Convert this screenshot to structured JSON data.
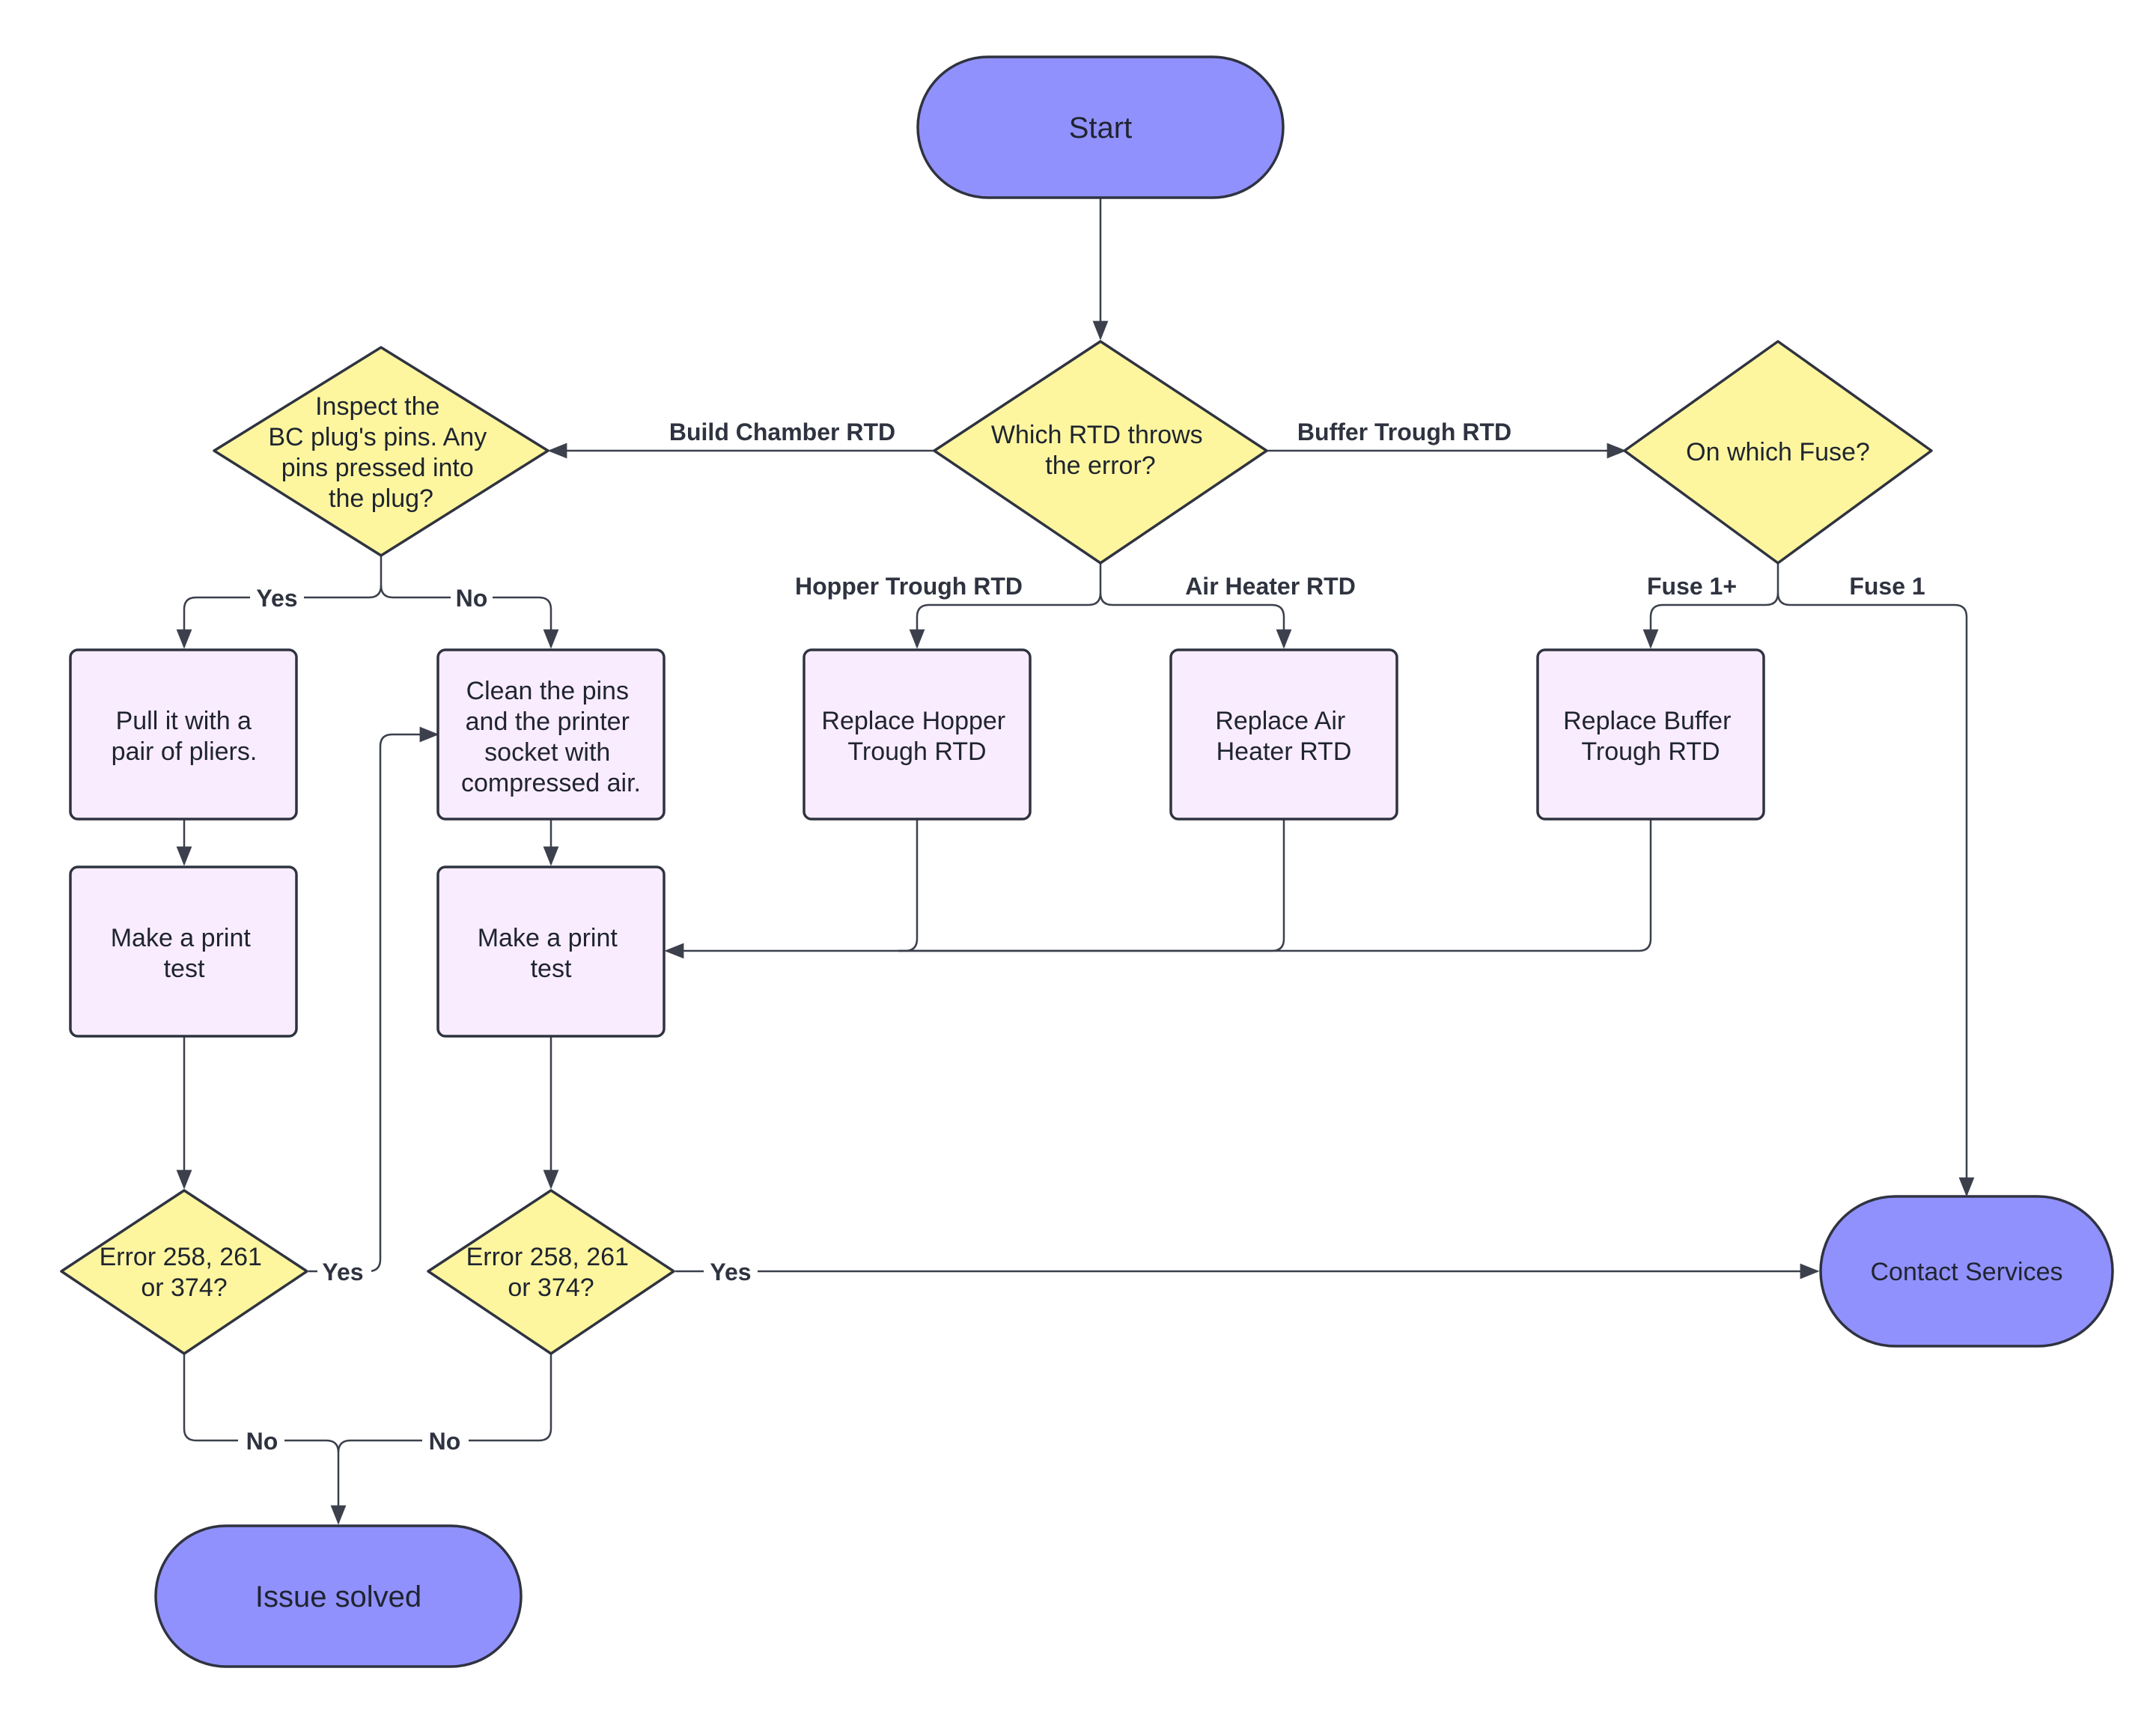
{
  "nodes": {
    "start": {
      "lines": [
        "Start"
      ]
    },
    "which_rtd": {
      "lines": [
        "Which RTD throws",
        "the error?"
      ]
    },
    "inspect_pins": {
      "lines": [
        "Inspect the",
        "BC plug's pins. Any",
        "pins pressed into",
        "the plug?"
      ]
    },
    "which_fuse": {
      "lines": [
        "On which Fuse?"
      ]
    },
    "pull_pliers": {
      "lines": [
        "Pull it with a",
        "pair of pliers."
      ]
    },
    "clean_pins": {
      "lines": [
        "Clean the pins",
        "and the printer",
        "socket with",
        "compressed air."
      ]
    },
    "replace_hopper": {
      "lines": [
        "Replace Hopper",
        "Trough RTD"
      ]
    },
    "replace_air": {
      "lines": [
        "Replace Air",
        "Heater RTD"
      ]
    },
    "replace_buffer": {
      "lines": [
        "Replace Buffer",
        "Trough RTD"
      ]
    },
    "print_test_1": {
      "lines": [
        "Make a print",
        "test"
      ]
    },
    "print_test_2": {
      "lines": [
        "Make a print",
        "test"
      ]
    },
    "error_check_1": {
      "lines": [
        "Error 258, 261",
        "or 374?"
      ]
    },
    "error_check_2": {
      "lines": [
        "Error 258, 261",
        "or 374?"
      ]
    },
    "contact_services": {
      "lines": [
        "Contact Services"
      ]
    },
    "issue_solved": {
      "lines": [
        "Issue solved"
      ]
    }
  },
  "edge_labels": {
    "build_chamber": "Build Chamber RTD",
    "buffer_trough": "Buffer Trough RTD",
    "hopper_trough": "Hopper Trough RTD",
    "air_heater": "Air Heater RTD",
    "fuse_1_plus": "Fuse 1+",
    "fuse_1": "Fuse 1",
    "inspect_yes": "Yes",
    "inspect_no": "No",
    "err1_yes": "Yes",
    "err2_yes": "Yes",
    "err1_no": "No",
    "err2_no": "No"
  },
  "colors": {
    "terminal": "#9191fd",
    "decision": "#fdf69f",
    "process": "#f9ecfe",
    "stroke": "#2f3340"
  }
}
